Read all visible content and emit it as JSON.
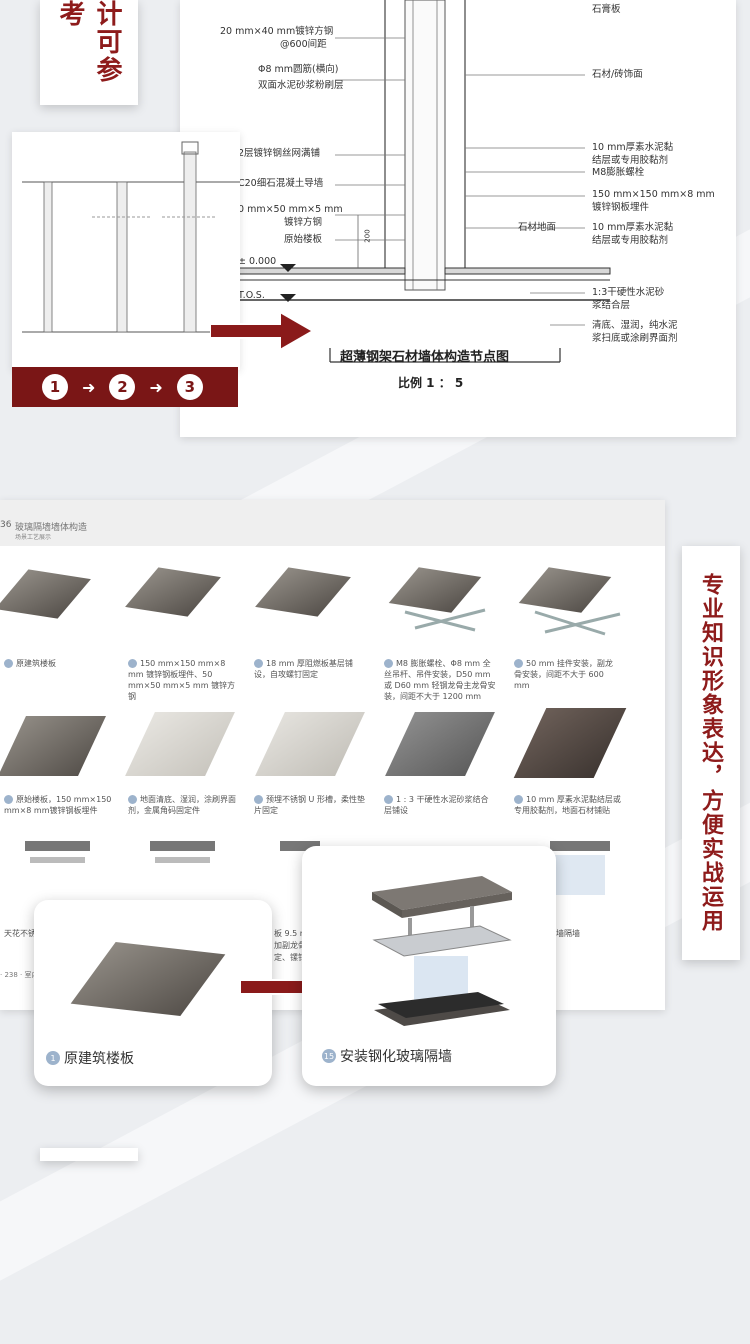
{
  "header_tab": {
    "text": "计可参考"
  },
  "drawing": {
    "title": "超薄钢架石材墙体构造节点图",
    "scale": "比例 1 ： 5",
    "left_annotations": [
      "20 mm×40 mm镀锌方钢",
      "@600间距",
      "Φ8 mm圆筋(横向)",
      "双面水泥砂浆粉刷层",
      "2层镀锌钢丝网满铺",
      "C20细石混凝土导墙",
      "0 mm×50 mm×5 mm",
      "镀锌方钢",
      "原始楼板",
      "± 0.000",
      "T.O.S."
    ],
    "right_annotations": [
      "石膏板",
      "石材/砖饰面",
      "10 mm厚素水泥黏",
      "结层或专用胶黏剂",
      "M8膨胀螺栓",
      "150 mm×150 mm×8 mm",
      "镀锌钢板埋件",
      "10 mm厚素水泥黏",
      "结层或专用胶黏剂",
      "1:3干硬性水泥砂",
      "浆结合层",
      "清底、湿润，纯水泥",
      "浆扫底或涂刷界面剂"
    ],
    "floor_label": "石材地面",
    "dim_label": "200"
  },
  "steps": [
    "1",
    "2",
    "3"
  ],
  "book": {
    "page_no": "36",
    "section_title": "玻璃隔墙墙体构造",
    "section_sub": "场景工艺展示",
    "captions": [
      "原建筑楼板",
      "150 mm×150 mm×8 mm 镀锌钢板埋件、50 mm×50 mm×5 mm 镀锌方钢",
      "18 mm 厚阻燃板基层铺设，自攻螺钉固定",
      "M8 膨胀螺栓、Φ8 mm 全丝吊杆、吊件安装，D50 mm 或 D60 mm 轻钢龙骨主龙骨安装，间距不大于 1200 mm",
      "50 mm 挂件安装，副龙骨安装，间距不大于 600 mm",
      "原始楼板，150 mm×150 mm×8 mm镀锌钢板埋件",
      "地面清底、湿润，涂刷界面剂，金属角码固定件",
      "预埋不锈钢 U 形槽，柔性垫片固定",
      "1 : 3 干硬性水泥砂浆结合层铺设",
      "10 mm 厚素水泥黏结层或专用胶黏剂，地面石材铺贴"
    ],
    "row3_partial": [
      "天花不锈",
      "板 9.5 m",
      "加副龙骨与",
      "定、镙钉",
      "墙隔墙"
    ],
    "footer": "· 238 · 室内"
  },
  "side_tab": {
    "text": "专业知识形象表达，方便实战运用"
  },
  "popup_left": {
    "num": "1",
    "label": "原建筑楼板"
  },
  "popup_right": {
    "num": "15",
    "label": "安装钢化玻璃隔墙"
  },
  "colors": {
    "accent": "#7a1616",
    "tab_text": "#8e1b1b",
    "caption_num": "#9db3cc"
  }
}
